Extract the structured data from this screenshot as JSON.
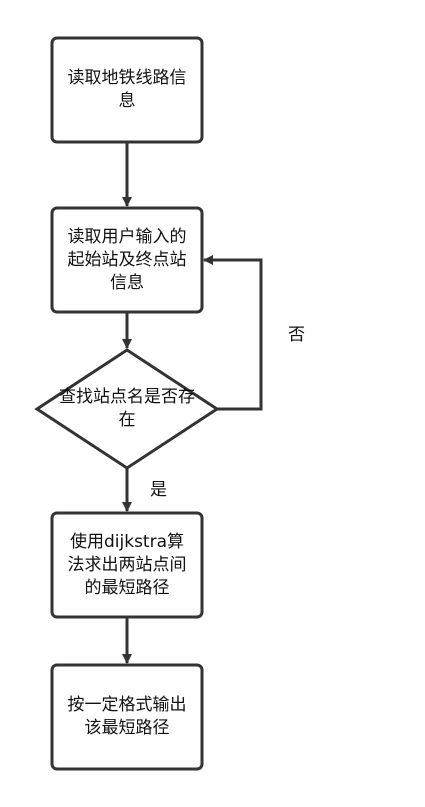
{
  "colors": {
    "stroke": "#333333",
    "fill": "#ffffff",
    "text": "#111111"
  },
  "nodes": {
    "read_lines": {
      "text": "读取地铁线路信息"
    },
    "read_input": {
      "text": "读取用户输入的起始站及终点站信息"
    },
    "check_exists": {
      "text": "查找站点名是否存在"
    },
    "dijkstra": {
      "text": "使用dijkstra算法求出两站点间的最短路径"
    },
    "output": {
      "text": "按一定格式输出该最短路径"
    }
  },
  "edges": {
    "yes_label": "是",
    "no_label": "否"
  }
}
